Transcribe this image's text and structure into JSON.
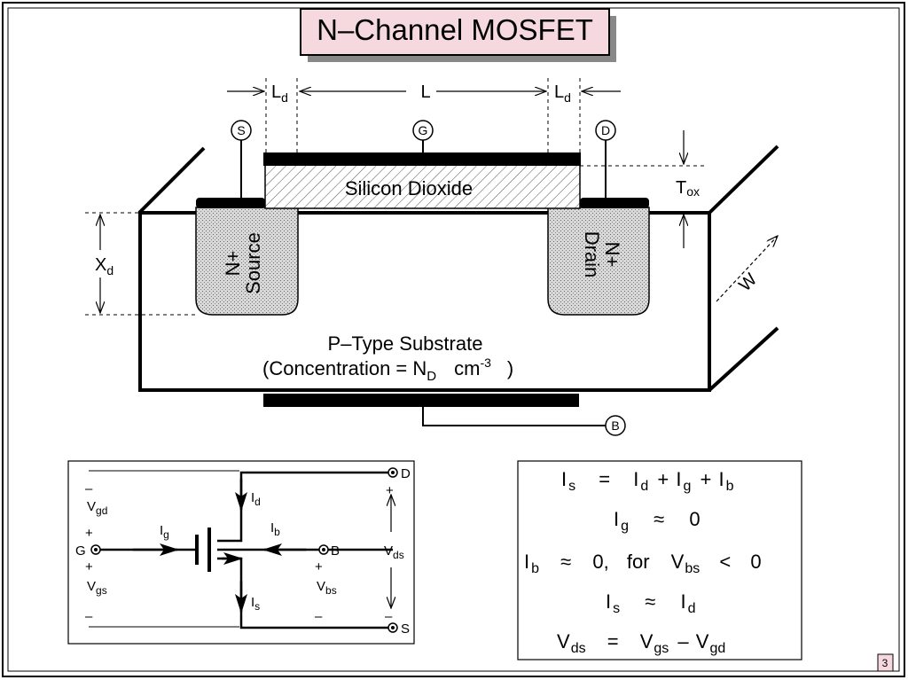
{
  "title": "N–Channel  MOSFET",
  "page_number": "3",
  "device": {
    "dim_ld_left": {
      "main": "L",
      "sub": "d"
    },
    "dim_l": "L",
    "dim_ld_right": {
      "main": "L",
      "sub": "d"
    },
    "terminal_source": "S",
    "terminal_gate": "G",
    "terminal_drain": "D",
    "terminal_body": "B",
    "oxide_label": "Silicon Dioxide",
    "tox_label": {
      "main": "T",
      "sub": "ox"
    },
    "xd_label": {
      "main": "X",
      "sub": "d"
    },
    "source_region": {
      "line1": "N+",
      "line2": "Source"
    },
    "drain_region": {
      "line1": "N+",
      "line2": "Drain"
    },
    "width_label": "W",
    "substrate_line1": "P–Type  Substrate",
    "substrate_line2": {
      "prefix": "(Concentration = N",
      "sub": "D",
      "unit": "cm",
      "exp": "-3",
      "suffix": ")"
    }
  },
  "circuit": {
    "label_d": "D",
    "label_g": "G",
    "label_b": "B",
    "label_s": "S",
    "id": {
      "main": "I",
      "sub": "d"
    },
    "ig": {
      "main": "I",
      "sub": "g"
    },
    "ib": {
      "main": "I",
      "sub": "b"
    },
    "is": {
      "main": "I",
      "sub": "s"
    },
    "vgd": {
      "main": "V",
      "sub": "gd"
    },
    "vgs": {
      "main": "V",
      "sub": "gs"
    },
    "vds": {
      "main": "V",
      "sub": "ds"
    },
    "vbs": {
      "main": "V",
      "sub": "bs"
    },
    "plus": "+",
    "minus": "–"
  },
  "equations": {
    "eq1": {
      "a": "I",
      "as": "s",
      "op": "=",
      "b": "I",
      "bs": "d",
      "plus1": "+",
      "c": "I",
      "cs": "g",
      "plus2": "+",
      "d": "I",
      "ds": "b"
    },
    "eq2": {
      "a": "I",
      "as": "g",
      "op": "≈",
      "val": "0"
    },
    "eq3": {
      "a": "I",
      "as": "b",
      "op": "≈",
      "val": "0,",
      "for": "for",
      "v": "V",
      "vs": "bs",
      "lt": "<",
      "val2": "0"
    },
    "eq4": {
      "a": "I",
      "as": "s",
      "op": "≈",
      "b": "I",
      "bs": "d"
    },
    "eq5": {
      "a": "V",
      "as": "ds",
      "op": "=",
      "b": "V",
      "bs": "gs",
      "minus": "–",
      "c": "V",
      "cs": "gd"
    }
  }
}
